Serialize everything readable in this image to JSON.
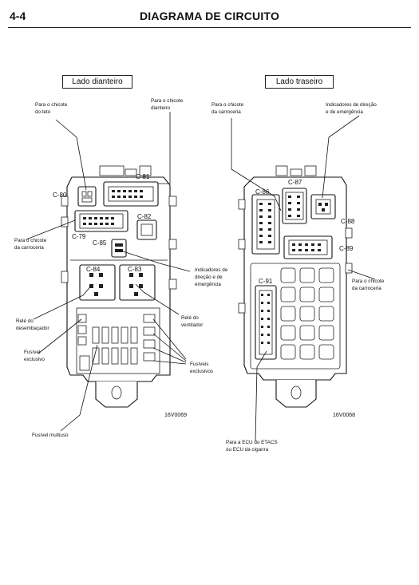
{
  "header": {
    "page_number": "4-4",
    "title": "DIAGRAMA DE CIRCUITO"
  },
  "front": {
    "title": "Lado dianteiro",
    "labels": {
      "teto": [
        "Para o chicote",
        "do teto"
      ],
      "dianteiro": [
        "Para o chicote",
        "dianteiro"
      ],
      "carroceria": [
        "Para o chicote",
        "da carroceria"
      ],
      "indicadores": [
        "Indicadores de",
        "direção e de",
        "emergência"
      ],
      "desembacador": [
        "Relé do",
        "desembaçador"
      ],
      "ventilador": [
        "Relé do",
        "ventilador"
      ],
      "fusivel": [
        "Fusível",
        "exclusivo"
      ],
      "fusiveis": [
        "Fusíveis",
        "exclusivos"
      ],
      "multiuso": [
        "Fusível multiuso"
      ]
    },
    "connectors": {
      "c81": "C-81",
      "c80": "C-80",
      "c82": "C-82",
      "c79": "C-79",
      "c85": "C-85",
      "c84": "C-84",
      "c83": "C-83"
    },
    "code": "16V0069"
  },
  "rear": {
    "title": "Lado traseiro",
    "labels": {
      "carroceria_top": [
        "Para o chicote",
        "da carroceria"
      ],
      "indicadores": [
        "Indicadores de direção",
        "e de emergência"
      ],
      "carroceria_right": [
        "Para o chicote",
        "da carroceria"
      ],
      "ecu": [
        "Para a ECU do ETACS",
        "ou ECU da ciganra"
      ]
    },
    "connectors": {
      "c87": "C-87",
      "c86": "C-86",
      "c88": "C-88",
      "c89": "C-89",
      "c91": "C-91"
    },
    "code": "16V0068"
  }
}
